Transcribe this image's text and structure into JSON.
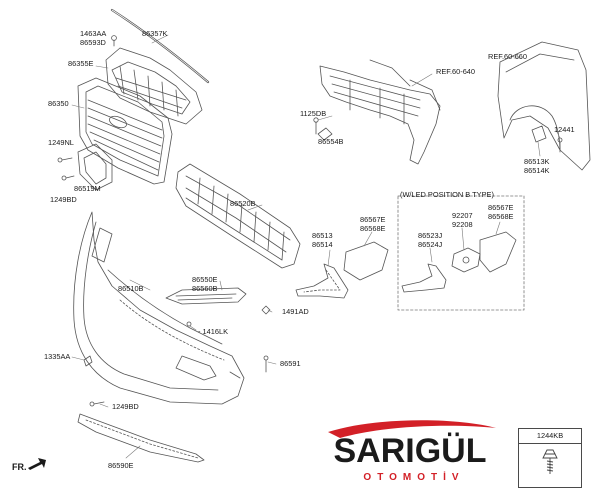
{
  "labels": {
    "p86357K": "86357K",
    "p86355E": "86355E",
    "p86350": "86350",
    "p1249NL": "1249NL",
    "p86519M": "86519M",
    "p1249BD_top": "1249BD",
    "p86520B": "86520B",
    "p86510B": "86510B",
    "p86550E": "86550E",
    "p86560B": "86560B",
    "p1416LK": "1416LK",
    "p1491AD": "1491AD",
    "p1335AA": "1335AA",
    "p86591": "86591",
    "p1249BD_bottom": "1249BD",
    "p86590E": "86590E",
    "p1125DB": "1125DB",
    "p86554B": "86554B",
    "ref_left": "REF.60-640",
    "ref_right": "REF.60-660",
    "p12441": "12441",
    "p86513": "86513",
    "p86514": "86514",
    "p86523J": "86523J",
    "p86524J": "86524J",
    "p92207": "92207",
    "p92208": "92208",
    "p86567E_b": "86567E",
    "p86568E_b": "86568E",
    "p86567E": "86567E",
    "p86568E": "86568E",
    "p1463AA": "1463AA",
    "p86593D": "86593D",
    "p86513K": "86513K",
    "p86514K": "86514K"
  },
  "inset": {
    "title": "(W/LED POSITION B TYPE)"
  },
  "fastener_box": {
    "code": "1244KB"
  },
  "logo": {
    "name": "SARIGÜL",
    "tagline": "OTOMOTİV",
    "colors": {
      "name": "#1b1b1b",
      "tagline": "#d32027",
      "swoosh": "#d32027"
    }
  },
  "front_marker": "FR."
}
